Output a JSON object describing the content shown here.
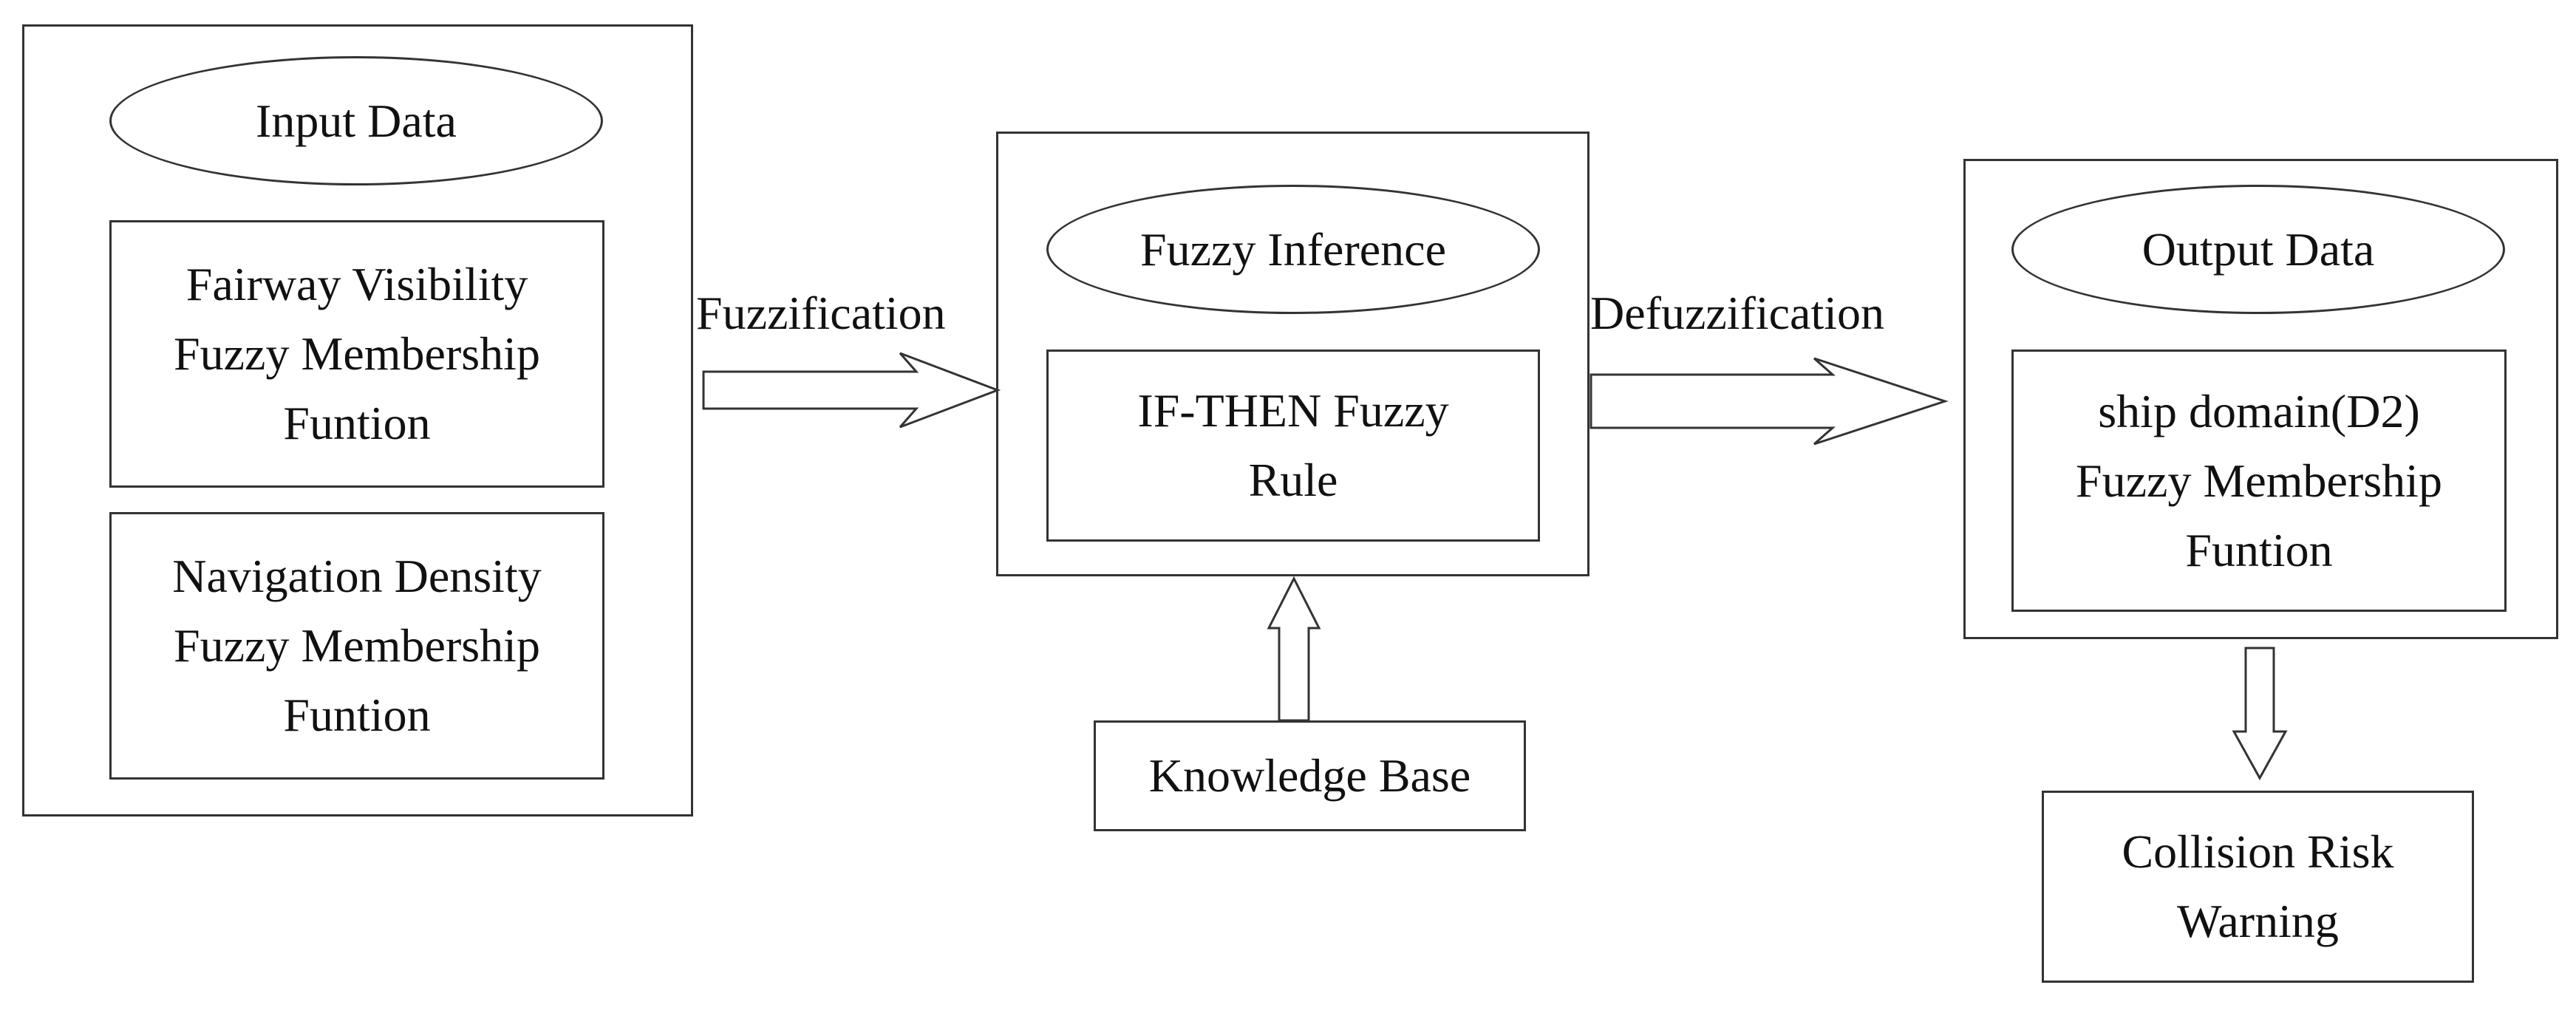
{
  "input_panel": {
    "title": "Input Data",
    "box1": [
      "Fairway Visibility",
      "Fuzzy Membership",
      "Funtion"
    ],
    "box2": [
      "Navigation Density",
      "Fuzzy Membership",
      "Funtion"
    ]
  },
  "fuzzification_label": "Fuzzification",
  "inference_panel": {
    "title": "Fuzzy Inference",
    "rule": [
      "IF-THEN Fuzzy",
      "Rule"
    ]
  },
  "knowledge_base": "Knowledge Base",
  "defuzzification_label": "Defuzzification",
  "output_panel": {
    "title": "Output Data",
    "box": [
      "ship domain(D2)",
      "Fuzzy Membership",
      "Funtion"
    ]
  },
  "warning_box": [
    "Collision Risk",
    "Warning"
  ]
}
